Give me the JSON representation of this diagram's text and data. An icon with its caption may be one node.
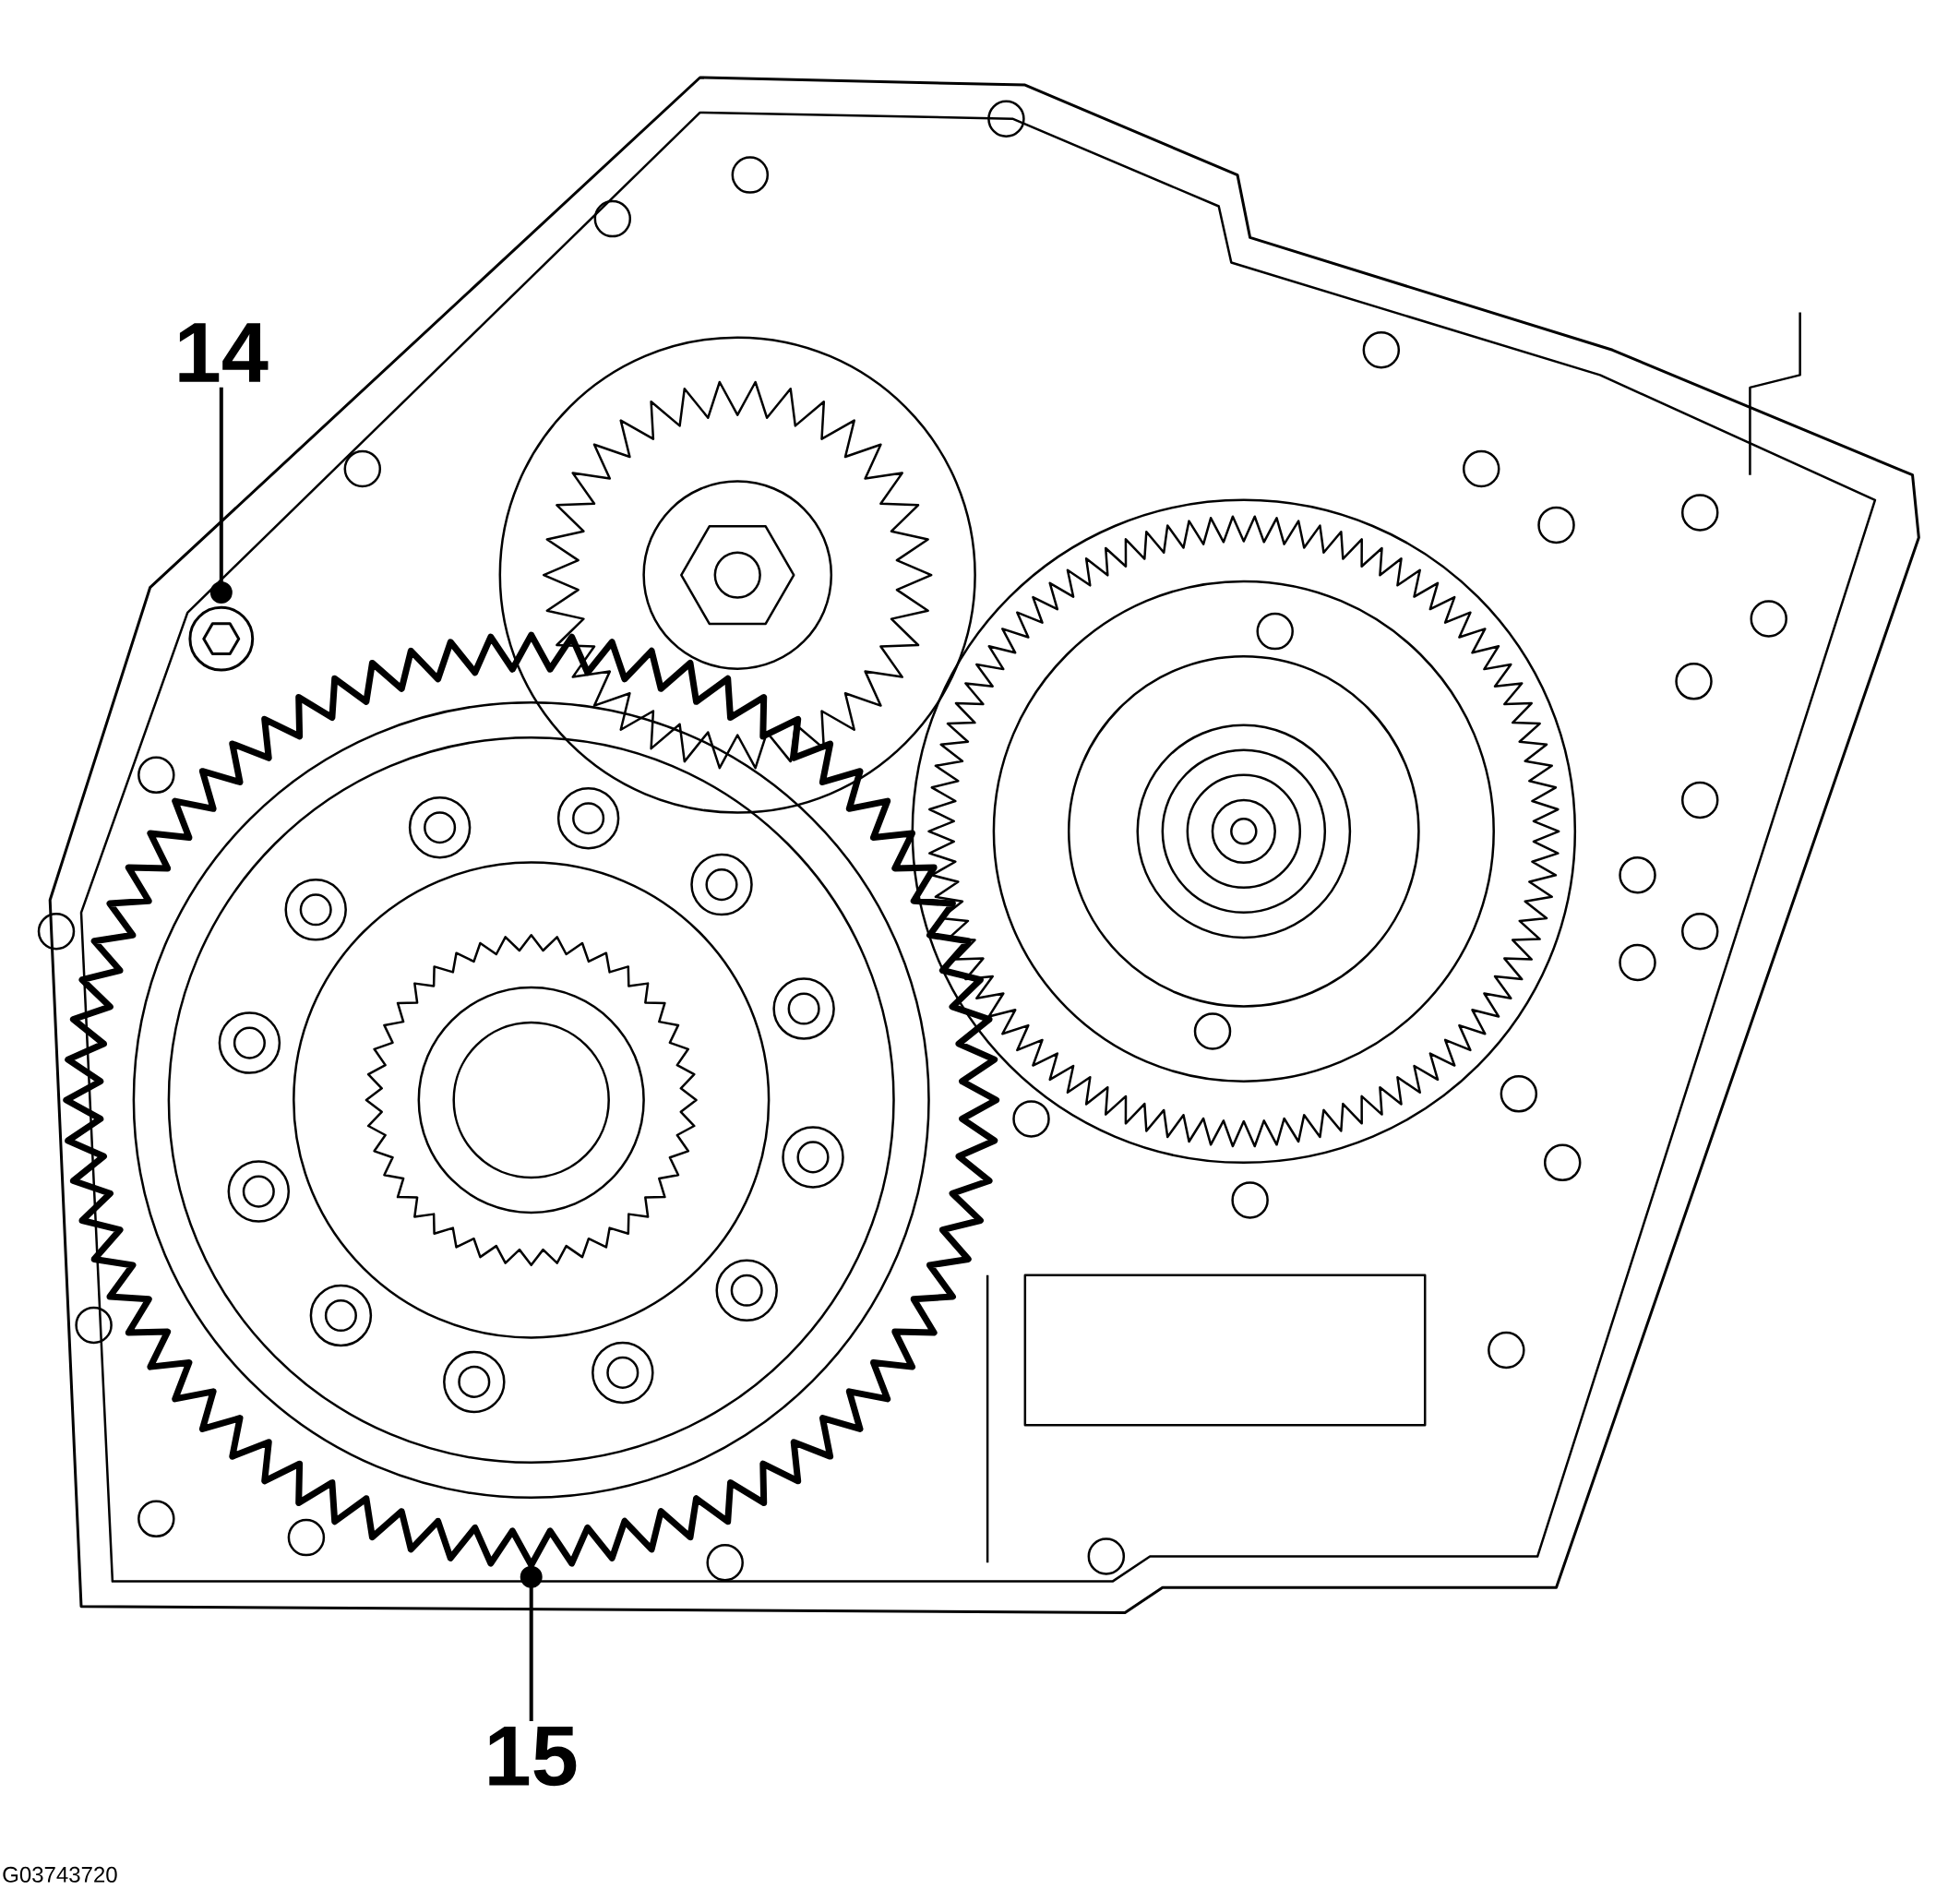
{
  "diagram": {
    "nodes": [
      {
        "text": [
          "14"
        ]
      },
      {
        "text": [],
        "shape": "picture"
      },
      {
        "text": [
          "15"
        ]
      },
      {
        "text": [],
        "shape": "picture"
      }
    ],
    "edges": [
      {
        "from": 0,
        "to": 1,
        "arrow": "other"
      },
      {
        "from": 2,
        "to": 3,
        "arrow": "other"
      }
    ],
    "labels": [
      "G03743720"
    ]
  }
}
